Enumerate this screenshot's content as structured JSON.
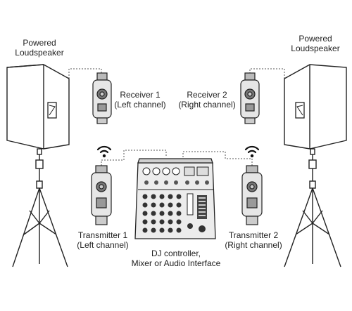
{
  "speaker_left": {
    "label_line1": "Powered",
    "label_line2": "Loudspeaker"
  },
  "speaker_right": {
    "label_line1": "Powered",
    "label_line2": "Loudspeaker"
  },
  "receiver_1": {
    "line1": "Receiver 1",
    "line2": "(Left channel)"
  },
  "receiver_2": {
    "line1": "Receiver 2",
    "line2": "(Right channel)"
  },
  "transmitter_1": {
    "line1": "Transmitter 1",
    "line2": "(Left channel)"
  },
  "transmitter_2": {
    "line1": "Transmitter 2",
    "line2": "(Right channel)"
  },
  "mixer": {
    "line1": "DJ controller,",
    "line2": "Mixer or Audio Interface"
  },
  "icons": [
    "wireless-signal-icon",
    "wireless-signal-icon"
  ]
}
